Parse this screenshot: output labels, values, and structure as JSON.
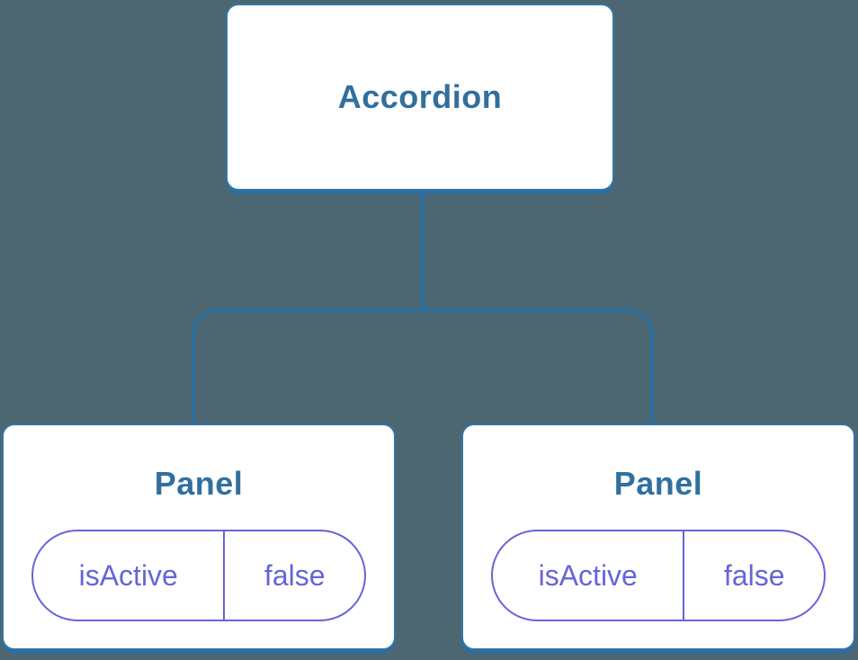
{
  "colors": {
    "background": "#4c6771",
    "connector_blue": "#2d6f9f",
    "node_border_blue": "#3575a8",
    "node_fill": "#ffffff",
    "component_label_blue": "#316f9e",
    "state_purple": "#6764d8"
  },
  "tree": {
    "root": {
      "label": "Accordion"
    },
    "children": [
      {
        "label": "Panel",
        "state": {
          "key": "isActive",
          "value": "false"
        }
      },
      {
        "label": "Panel",
        "state": {
          "key": "isActive",
          "value": "false"
        }
      }
    ]
  }
}
